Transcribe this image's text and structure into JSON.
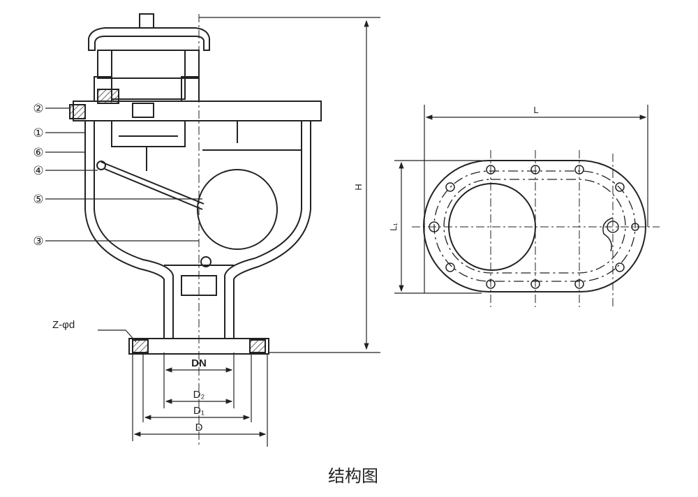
{
  "part_labels": [
    "②",
    "①",
    "⑥",
    "④",
    "⑤",
    "③"
  ],
  "bolt_label": "Z-φd",
  "dimensions": {
    "dn": "DN",
    "d2": "D₂",
    "d1": "D₁",
    "d": "D",
    "h": "H",
    "l": "L",
    "l1": "L₁"
  },
  "caption": "结构图",
  "colors": {
    "line": "#222222",
    "background": "#ffffff"
  }
}
